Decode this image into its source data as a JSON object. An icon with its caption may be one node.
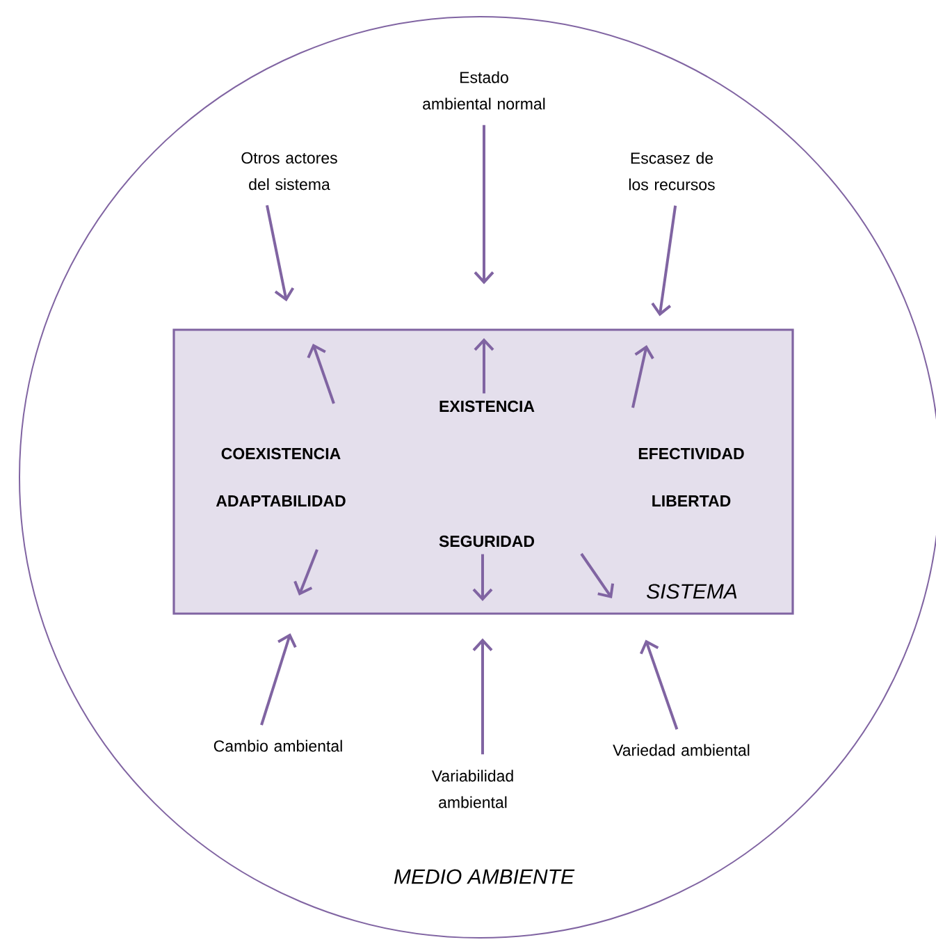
{
  "diagram": {
    "nodes": [
      {
        "text": [
          "MEDIO AMBIENTE"
        ]
      },
      {
        "text": [
          "Estado ambiental normal"
        ],
        "in": 0
      },
      {
        "text": [
          "Otros actores del sistema"
        ],
        "in": 0
      },
      {
        "text": [
          "Escasez de los recursos"
        ],
        "in": 0
      },
      {
        "text": [
          "SISTEMA"
        ],
        "in": 0
      },
      {
        "text": [
          "EXISTENCIA"
        ],
        "in": 4
      },
      {
        "text": [
          "COEXISTENCIA"
        ],
        "in": 4
      },
      {
        "text": [
          "EFECTIVIDAD"
        ],
        "in": 4
      },
      {
        "text": [
          "ADAPTABILIDAD"
        ],
        "in": 4
      },
      {
        "text": [
          "LIBERTAD"
        ],
        "in": 4
      },
      {
        "text": [
          "SEGURIDAD"
        ],
        "in": 4
      },
      {
        "text": [
          "Cambio ambiental"
        ],
        "in": 0
      },
      {
        "text": [
          "Variabilidad ambiental"
        ],
        "in": 0
      },
      {
        "text": [
          "Variedad ambiental"
        ],
        "in": 0
      }
    ],
    "edges": [
      {
        "from": 2,
        "to": 4,
        "arrow": "to"
      },
      {
        "from": 1,
        "to": 4,
        "arrow": "to"
      },
      {
        "from": 3,
        "to": 4,
        "arrow": "to"
      },
      {
        "from": 5,
        "to": null,
        "arrow": "to"
      },
      {
        "from": 10,
        "to": null,
        "arrow": "to"
      },
      {
        "from": 11,
        "to": 4,
        "arrow": "to"
      },
      {
        "from": 12,
        "to": 4,
        "arrow": "to"
      },
      {
        "from": 13,
        "to": 4,
        "arrow": "to"
      }
    ]
  }
}
